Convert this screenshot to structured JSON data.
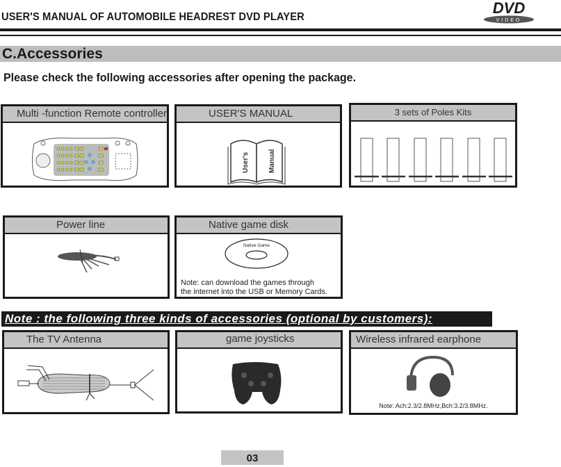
{
  "header": {
    "title": "USER'S MANUAL OF AUTOMOBILE HEADREST DVD PLAYER",
    "logo": {
      "main": "DVD",
      "sub": "VIDEO"
    }
  },
  "section": {
    "title": "C.Accessories",
    "intro": "Please check the following accessories after opening the package."
  },
  "accessories": [
    {
      "label": "Multi -function Remote controller",
      "icon": "remote-control-icon"
    },
    {
      "label": "USER'S MANUAL",
      "icon": "book-icon",
      "book_left": "User's",
      "book_right": "Manual"
    },
    {
      "label": "3 sets of Poles Kits",
      "icon": "poles-icon"
    },
    {
      "label": "Power line",
      "icon": "power-cable-icon"
    },
    {
      "label": "Native game disk",
      "icon": "disc-icon",
      "disc_label": "Native Game",
      "note_line1": "Note: can download the games through",
      "note_line2": "the internet into the USB or Memory Cards."
    }
  ],
  "optional": {
    "note": "Note : the following three kinds of accessories (optional by customers):",
    "items": [
      {
        "label": "The TV  Antenna",
        "icon": "antenna-icon"
      },
      {
        "label": "game joysticks",
        "icon": "gamepad-icon"
      },
      {
        "label": "Wireless infrared earphone",
        "icon": "headphones-icon",
        "note": "Note: Ach:2.3/2.8MHz,Bch:3.2/3.8MHz."
      }
    ]
  },
  "footer": {
    "page_number": "03"
  }
}
